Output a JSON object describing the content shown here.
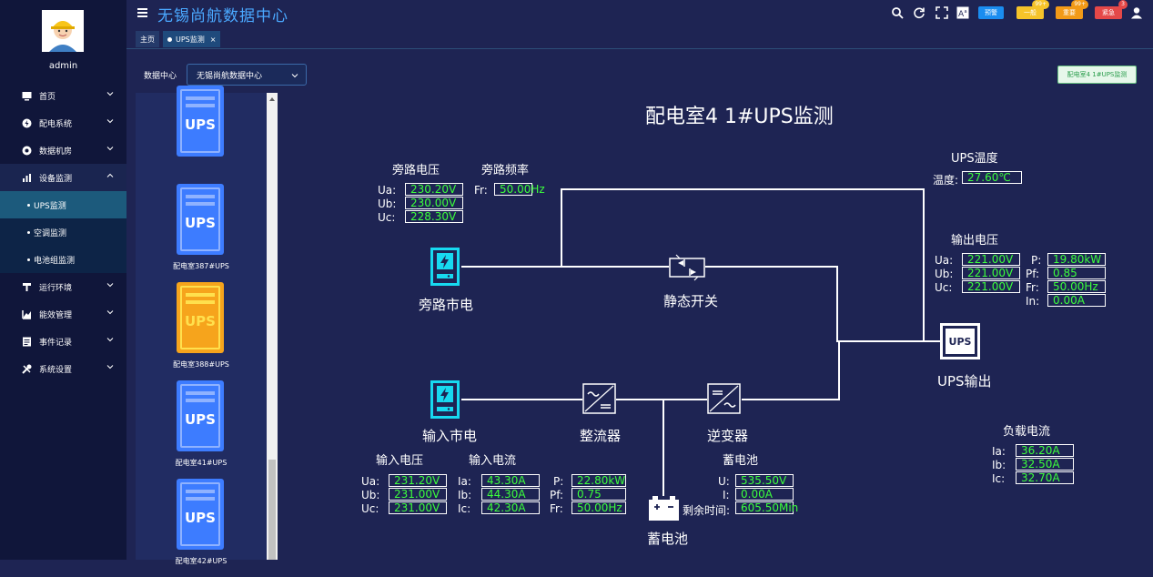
{
  "sidebar": {
    "username": "admin",
    "menu": [
      {
        "label": "首页",
        "icon": "monitor-icon"
      },
      {
        "label": "配电系统",
        "icon": "power-icon"
      },
      {
        "label": "数据机房",
        "icon": "cloud-icon"
      },
      {
        "label": "设备监测",
        "icon": "bar-chart-icon"
      },
      {
        "label": "运行环境",
        "icon": "environment-icon"
      },
      {
        "label": "能效管理",
        "icon": "chart-icon"
      },
      {
        "label": "事件记录",
        "icon": "log-icon"
      },
      {
        "label": "系统设置",
        "icon": "tools-icon"
      }
    ],
    "submenu": [
      {
        "label": "UPS监测"
      },
      {
        "label": "空调监测"
      },
      {
        "label": "电池组监测"
      }
    ]
  },
  "header": {
    "title": "无锡尚航数据中心",
    "alerts": {
      "notice": {
        "label": "预警"
      },
      "general": {
        "label": "一般",
        "count": "99+"
      },
      "important": {
        "label": "重要",
        "count": "99+"
      },
      "urgent": {
        "label": "紧急",
        "count": "3"
      }
    }
  },
  "tabs": [
    {
      "label": "主页"
    },
    {
      "label": "UPS监测",
      "close": "×"
    }
  ],
  "toolbar": {
    "datacenter_label": "数据中心",
    "datacenter_value": "无锡尚航数据中心"
  },
  "device_list": [
    {
      "label": "",
      "icon_text": "UPS",
      "status": "normal"
    },
    {
      "label": "配电室387#UPS",
      "icon_text": "UPS",
      "status": "normal"
    },
    {
      "label": "配电室388#UPS",
      "icon_text": "UPS",
      "status": "warning"
    },
    {
      "label": "配电室41#UPS",
      "icon_text": "UPS",
      "status": "normal"
    },
    {
      "label": "配电室42#UPS",
      "icon_text": "UPS",
      "status": "normal"
    }
  ],
  "diagram": {
    "title": "配电室4   1#UPS监测",
    "open_button": "配电室4 1#UPS监测",
    "bypass": {
      "voltage_title": "旁路电压",
      "freq_title": "旁路频率",
      "ua_label": "Ua:",
      "ua": "230.20V",
      "ub_label": "Ub:",
      "ub": "230.00V",
      "uc_label": "Uc:",
      "uc": "228.30V",
      "fr_label": "Fr:",
      "fr": "50.00Hz",
      "source_label": "旁路市电"
    },
    "static_switch_label": "静态开关",
    "ups_temp": {
      "title": "UPS温度",
      "label": "温度:",
      "value": "27.60℃"
    },
    "output": {
      "title": "输出电压",
      "ua_label": "Ua:",
      "ua": "221.00V",
      "ub_label": "Ub:",
      "ub": "221.00V",
      "uc_label": "Uc:",
      "uc": "221.00V",
      "p_label": "P:",
      "p": "19.80kW",
      "pf_label": "Pf:",
      "pf": "0.85",
      "fr_label": "Fr:",
      "fr": "50.00Hz",
      "in_label": "In:",
      "in": "0.00A",
      "ups_icon_text": "UPS",
      "ups_label": "UPS输出"
    },
    "input": {
      "source_label": "输入市电",
      "voltage_title": "输入电压",
      "current_title": "输入电流",
      "ua_label": "Ua:",
      "ua": "231.20V",
      "ub_label": "Ub:",
      "ub": "231.00V",
      "uc_label": "Uc:",
      "uc": "231.00V",
      "ia_label": "Ia:",
      "ia": "43.30A",
      "ib_label": "Ib:",
      "ib": "44.30A",
      "ic_label": "Ic:",
      "ic": "42.30A",
      "p_label": "P:",
      "p": "22.80kW",
      "pf_label": "Pf:",
      "pf": "0.75",
      "fr_label": "Fr:",
      "fr": "50.00Hz"
    },
    "rectifier_label": "整流器",
    "inverter_label": "逆变器",
    "battery": {
      "title": "蓄电池",
      "u_label": "U:",
      "u": "535.50V",
      "i_label": "I:",
      "i": "0.00A",
      "remain_label": "剩余时间:",
      "remain": "605.50Min",
      "icon_label": "蓄电池"
    },
    "load_current": {
      "title": "负载电流",
      "ia_label": "Ia:",
      "ia": "36.20A",
      "ib_label": "Ib:",
      "ib": "32.50A",
      "ic_label": "Ic:",
      "ic": "32.70A"
    }
  },
  "colors": {
    "background": "#1e2453",
    "sidebar": "#10163a",
    "accent": "#4aa8ff",
    "value_green": "#3cff3c",
    "source_cyan": "#17d9f0",
    "ups_blue": "#3d7cff",
    "ups_orange": "#f6a41c",
    "alert_yellow": "#f6c42a",
    "alert_orange": "#f29a17",
    "alert_red": "#e54848",
    "notice_blue": "#1a8df0"
  }
}
